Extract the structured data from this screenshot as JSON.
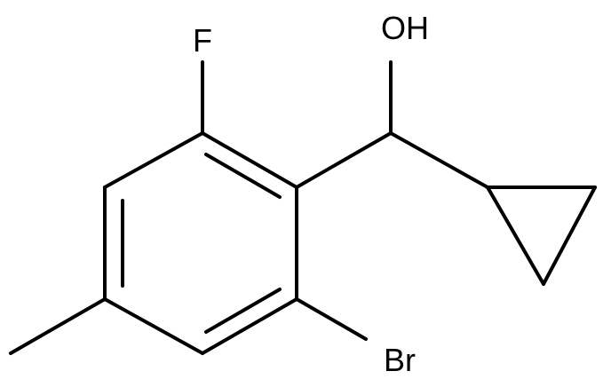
{
  "molecule": {
    "atom_labels": {
      "fluorine": "F",
      "hydroxyl": "OH",
      "bromine": "Br"
    },
    "colors": {
      "bond": "#000000",
      "label": "#000000",
      "background": "#ffffff"
    }
  }
}
